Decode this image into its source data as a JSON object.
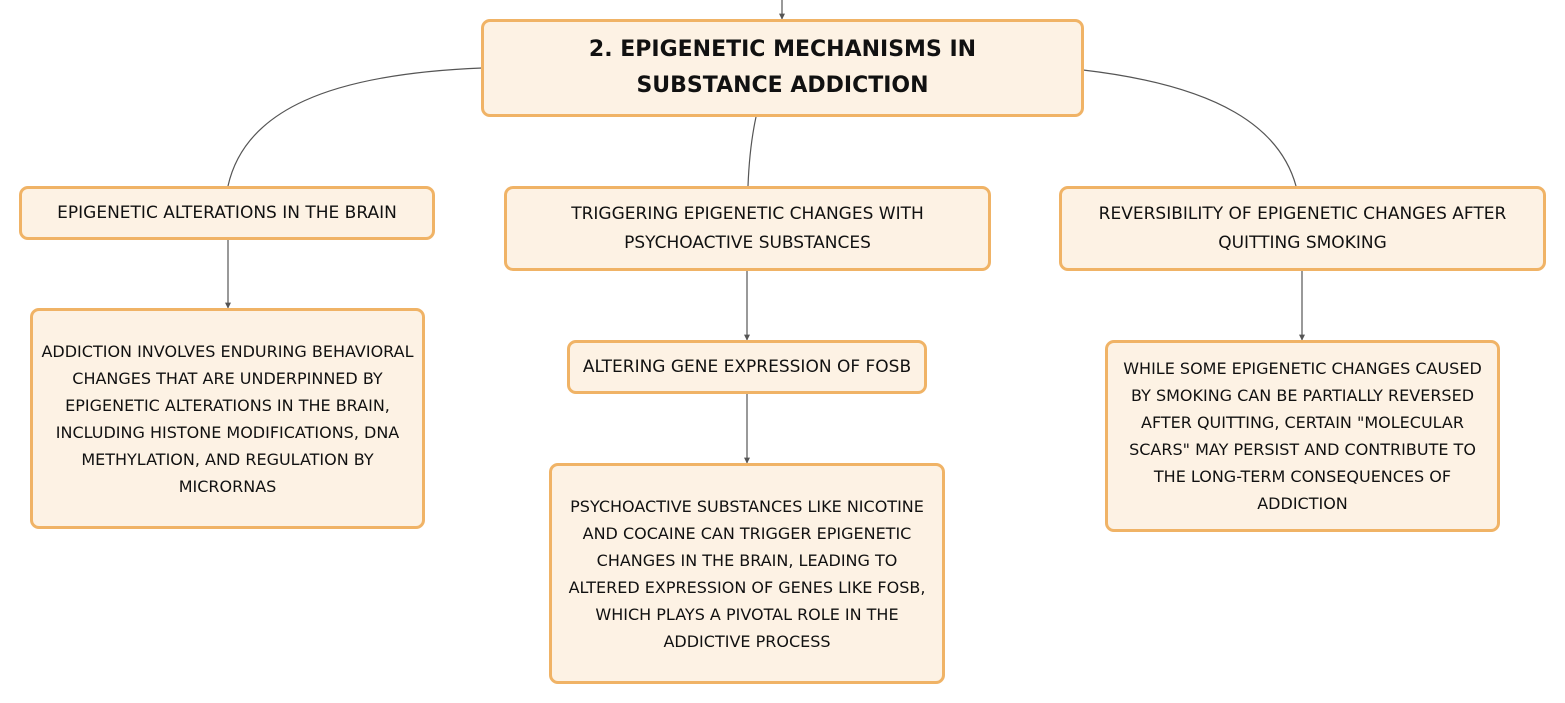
{
  "root": {
    "label": "2. EPIGENETIC MECHANISMS IN SUBSTANCE ADDICTION"
  },
  "branches": [
    {
      "label": "EPIGENETIC ALTERATIONS IN THE BRAIN",
      "children": [
        {
          "label": "ADDICTION INVOLVES ENDURING BEHAVIORAL CHANGES THAT ARE UNDERPINNED BY EPIGENETIC ALTERATIONS IN THE BRAIN, INCLUDING HISTONE MODIFICATIONS, DNA METHYLATION, AND REGULATION BY MICRORNAS"
        }
      ]
    },
    {
      "label": "TRIGGERING EPIGENETIC CHANGES WITH PSYCHOACTIVE SUBSTANCES",
      "children": [
        {
          "label": "ALTERING GENE EXPRESSION OF FOSB",
          "children": [
            {
              "label": "PSYCHOACTIVE SUBSTANCES LIKE NICOTINE AND COCAINE CAN TRIGGER EPIGENETIC CHANGES IN THE BRAIN, LEADING TO ALTERED EXPRESSION OF GENES LIKE FOSB, WHICH PLAYS A PIVOTAL ROLE IN THE ADDICTIVE PROCESS"
            }
          ]
        }
      ]
    },
    {
      "label": "REVERSIBILITY OF EPIGENETIC CHANGES AFTER QUITTING SMOKING",
      "children": [
        {
          "label": "WHILE SOME EPIGENETIC CHANGES CAUSED BY SMOKING CAN BE PARTIALLY REVERSED AFTER QUITTING, CERTAIN \"MOLECULAR SCARS\" MAY PERSIST AND CONTRIBUTE TO THE LONG-TERM CONSEQUENCES OF ADDICTION"
        }
      ]
    }
  ],
  "colors": {
    "node_fill": "#fdf2e4",
    "node_border": "#f0b366",
    "connector": "#555555",
    "text": "#111111"
  }
}
